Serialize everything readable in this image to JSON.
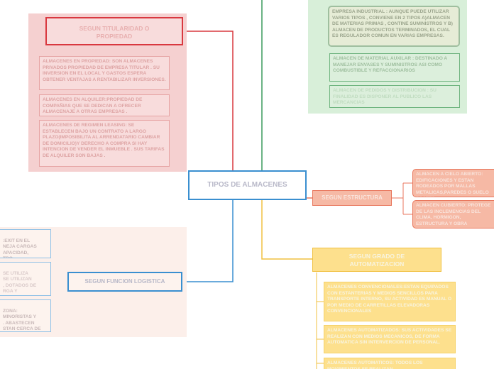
{
  "center": {
    "label": "TIPOS DE ALMACENES"
  },
  "branches": {
    "titularidad": {
      "label": "SEGUN TITULARIDAD O PROPIEDAD",
      "items": [
        "ALMACENES EN PROPIEDAD: SON ALMACENES PRIVADOS PROPIEDAD DE EMPRESA TITULAR . SU INVERSION EN EL LOCAL Y GASTOS ESPERA OBTENER VENTAJAS A RENTABILIZAR INVERSIONES.",
        "ALMACENES EN ALQUILER:PROPIEDAD DE COMPAÑIAS QUE SE DEDICAN A OFRECER ALMACENAJE A OTRAS EMPRESAS .",
        "ALMACENES DE REGIMEN LEASING: SE ESTABLECEN BAJO UN CONTRATO A LARGO PLAZO(IMPOSIBILITA AL ARRENDATARIO CAMBIAR DE DOMICILIO)Y DERECHO A COMPRA SI HAY INTENCION DE VENDER EL INMUEBLE . SUS TARIFAS DE ALQUILER SON BAJAS ."
      ]
    },
    "material": {
      "items": [
        "EMPRESA INDUSTRIAL : AUNQUE PUEDE UTILIZAR VARIOS TIPOS , CONVIENE EN 2 TIPOS A)ALMACEN DE MATERIAS PRIMAS , CONTINE SUMINISTROS Y B) ALMACEN DE PRODUCTOS TERMINADOS, EL CUAL ES REGULADOR COMUN EN VARIAS EMPRESAS.",
        "ALMACEN DE MATERIAL AUXILAR : DESTINADO A MANEJAR ENVASES Y SUMINISTROS ASI COMO COMBUSTIBLE Y REFACCIONARIOS",
        "ALMACEN DE PEDIDOS Y DISTRIBUCION : SU FINALIDAD ES DISPONER AL PUBLICO LAS MERCANCIAS"
      ]
    },
    "estructura": {
      "label": "SEGUN ESTRUCTURA",
      "items": [
        "ALMACEN A CIELO ABIERTO: EDIFICACIONES Y ESTAN RODEADOS POR MALLAS METALICAS,PAREDES O SUELO POSTES.",
        "ALMACEN CUBIERTO: PROTEGE DE LAS INCLEMENCIAS DEL CLIMA, HORMIGON, ESTRUCTURA Y OBRA"
      ]
    },
    "automatizacion": {
      "label": "SEGUN GRADO DE AUTOMATIZACION",
      "items": [
        "ALMACENES CONVENCIONALES:ESTAN EQUIPADOS CON ESTANTERIAS Y MEDIOS SENCILLOS PARA TRANSPORTE INTERNO, SU ACTIVIDAD ES MANUAL O POR MEDIO DE CARRETILLAS ELEVADORAS CONVENCIONALES",
        "ALMACENES AUTOMATIZADOS: SUS ACTIVIDADES SE REALIZAN CON MEDIOS MECANICOS, DE FORMA AUTOMATICA SIN INTERVERCION DE PERSONAL.",
        "ALMACENES AUTOMATICOS: TODOS LOS MOVIMIENTOS SE REALIZAN"
      ]
    },
    "logistica": {
      "label": "SEGUN FUNCION LOGISTICA",
      "items": [
        ":EXIT EN EL\nNEJA CARGAS\nAPACIDAD,\nTRO",
        "SE UTILIZA\nSE UTILIZAN\n, DOTADOS DE\nRGA Y",
        "ZONA:\nMINORISTAS Y\n. ABASTECEN\nSTAN CERCA DE"
      ]
    }
  },
  "colors": {
    "red": "#d9383f",
    "red_panel": "#f5d0d0",
    "red_leaf_bg": "#f8dcdc",
    "red_text": "#dda3a3",
    "green": "#3a9a5c",
    "green_panel": "#d8efd9",
    "green_leaf_text": "#9fbf9f",
    "orange": "#e8765c",
    "orange_bg": "#f6b9a5",
    "orange_text": "#f9e4dc",
    "yellow": "#f0c040",
    "yellow_bg": "#fde08d",
    "yellow_text": "#f8f4e0",
    "blue": "#3a8fd0",
    "blue_panel": "#fcefea",
    "blue_text": "#b8b8c8"
  }
}
